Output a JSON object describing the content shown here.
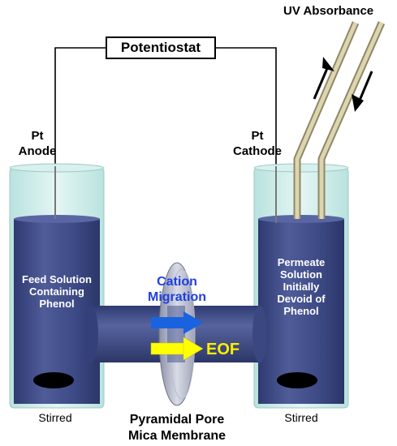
{
  "labels": {
    "potentiostat": "Potentiostat",
    "uv_absorbance": "UV Absorbance",
    "anode_line1": "Pt",
    "anode_line2": "Anode",
    "cathode_line1": "Pt",
    "cathode_line2": "Cathode",
    "feed_line1": "Feed Solution",
    "feed_line2": "Containing",
    "feed_line3": "Phenol",
    "permeate_line1": "Permeate",
    "permeate_line2": "Solution",
    "permeate_line3": "Initially",
    "permeate_line4": "Devoid of",
    "permeate_line5": "Phenol",
    "cation_line1": "Cation",
    "cation_line2": "Migration",
    "eof": "EOF",
    "stirred_left": "Stirred",
    "stirred_right": "Stirred",
    "membrane_line1": "Pyramidal Pore",
    "membrane_line2": "Mica Membrane"
  },
  "colors": {
    "solution": "#3d4a86",
    "glass": "#c8ebe8",
    "cation_arrow": "#1a63e0",
    "eof_arrow": "#ffff00",
    "cation_text": "#1f3fe0",
    "eof_text": "#ffee00",
    "tubing": "#c9c19a",
    "stir_bar": "#000000"
  },
  "icons": {
    "cation_arrow": "arrow-right",
    "eof_arrow": "arrow-right",
    "flow_up": "arrow-up-right",
    "flow_down": "arrow-down-left"
  }
}
